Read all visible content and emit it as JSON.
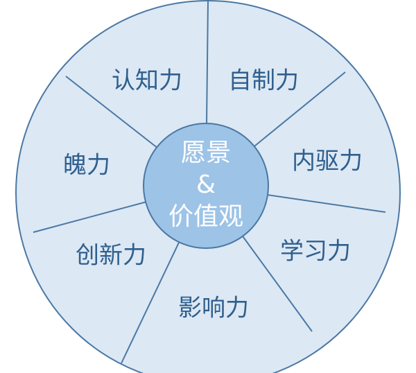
{
  "center": {
    "line1": "愿景",
    "line2": "&",
    "line3": "价值观"
  },
  "segments": [
    "认知力",
    "自制力",
    "内驱力",
    "学习力",
    "影响力",
    "创新力",
    "魄力"
  ],
  "colors": {
    "outer_fill": "#dce8f4",
    "center_fill": "#9dc3e7",
    "stroke": "#4a78a3",
    "text": "#2f5f8e"
  }
}
